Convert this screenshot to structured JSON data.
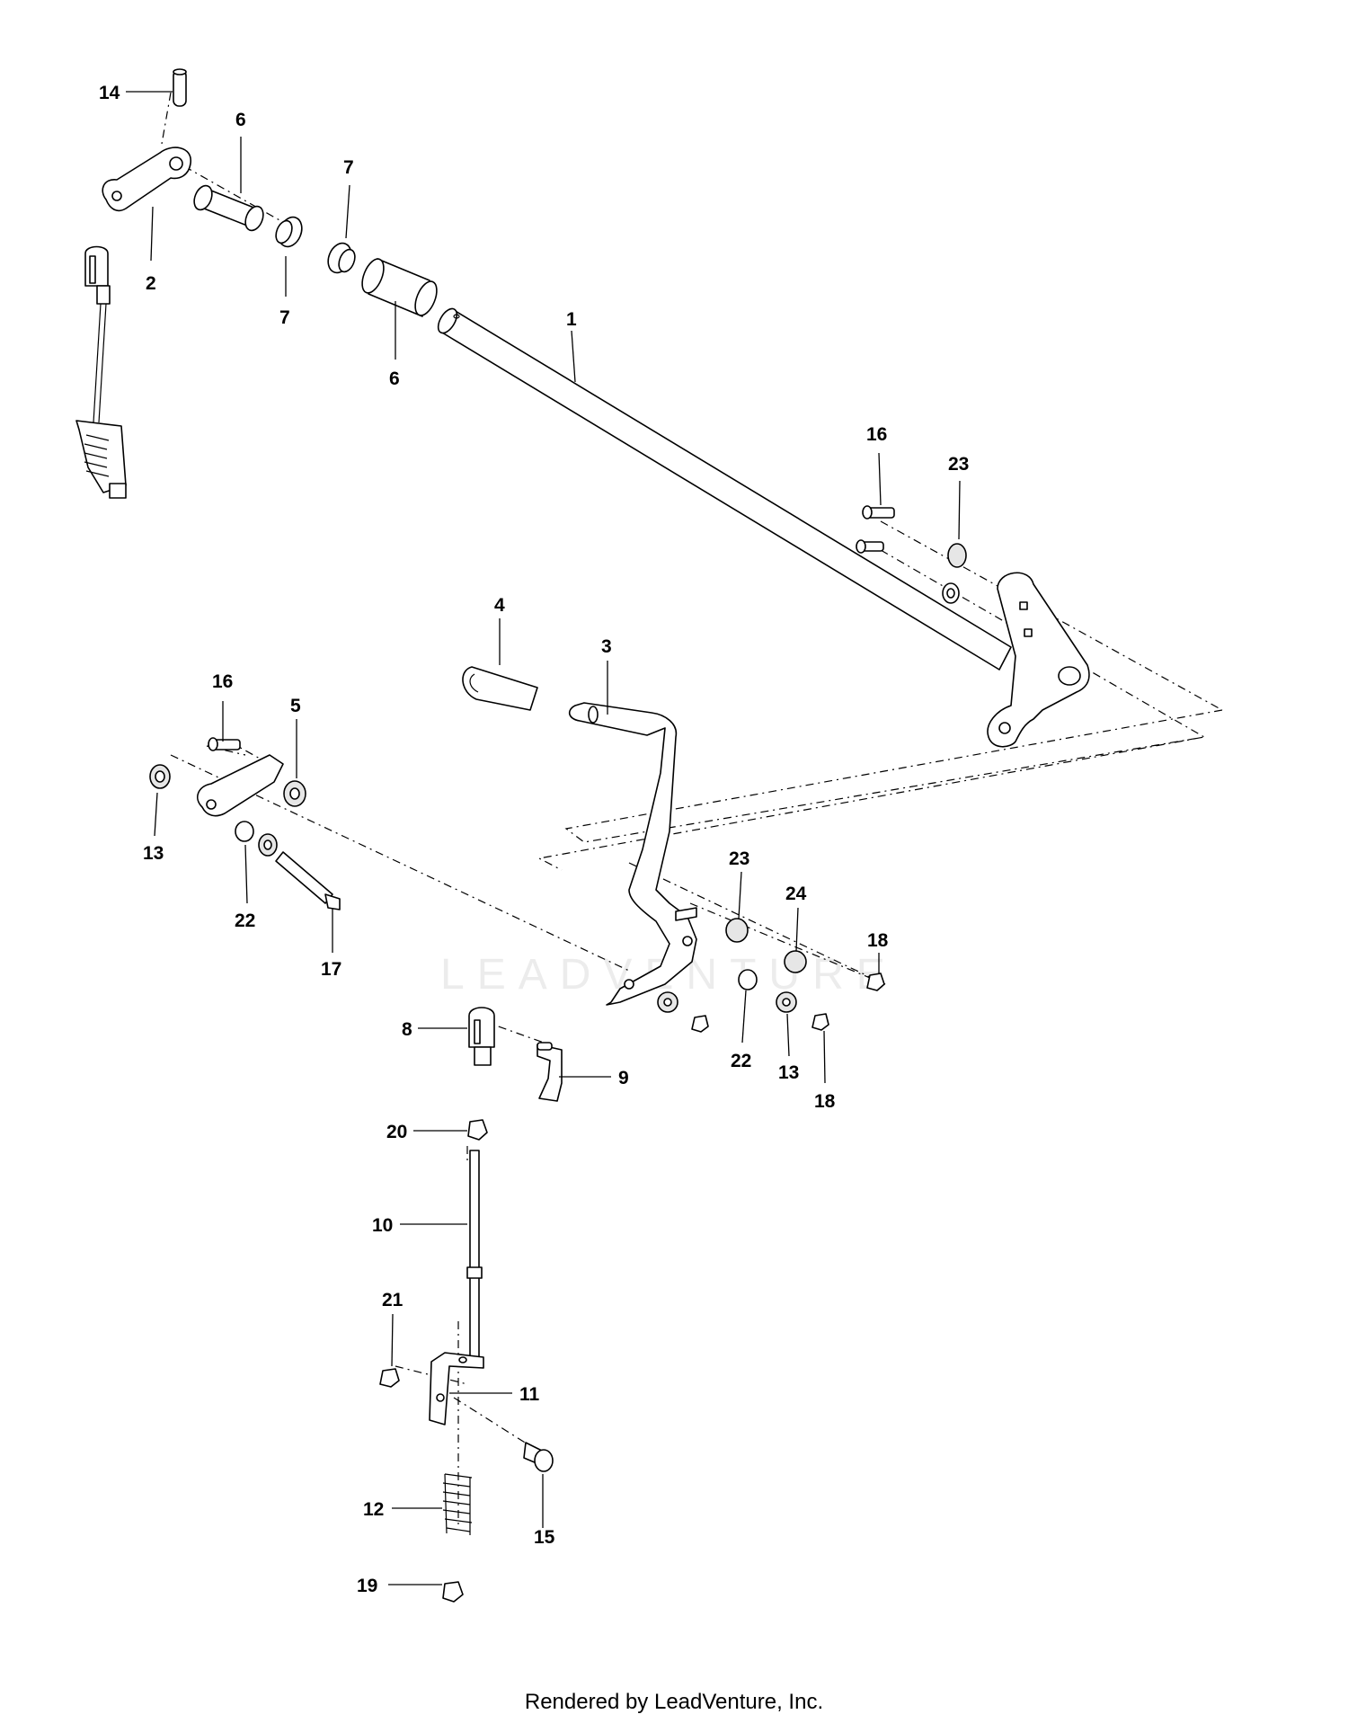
{
  "watermark": "LEADVENTURE",
  "footer": "Rendered by LeadVenture, Inc.",
  "callouts": {
    "c14": "14",
    "c6a": "6",
    "c7a": "7",
    "c7b": "7",
    "c2": "2",
    "c6b": "6",
    "c1": "1",
    "c16a": "16",
    "c23a": "23",
    "c4": "4",
    "c3": "3",
    "c16b": "16",
    "c5": "5",
    "c13a": "13",
    "c22a": "22",
    "c17": "17",
    "c23b": "23",
    "c24": "24",
    "c18a": "18",
    "c22b": "22",
    "c13b": "13",
    "c18b": "18",
    "c8": "8",
    "c9": "9",
    "c20": "20",
    "c10": "10",
    "c21": "21",
    "c11": "11",
    "c12": "12",
    "c15": "15",
    "c19": "19"
  }
}
